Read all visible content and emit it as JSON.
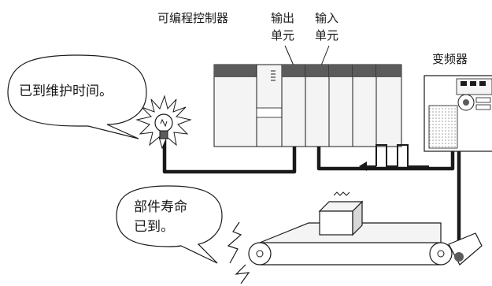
{
  "labels": {
    "plc": "可编程控制器",
    "output_unit_line1": "输出",
    "output_unit_line2": "单元",
    "input_unit_line1": "输入",
    "input_unit_line2": "单元",
    "inverter": "变频器"
  },
  "bubbles": {
    "maintenance": "已到维护时间。",
    "lifespan_line1": "部件寿命",
    "lifespan_line2": "已到。"
  },
  "colors": {
    "module_header": "#5b5b5b",
    "plc_body": "#f4f4f4",
    "line": "#1a1a1a",
    "dot_pattern": "#9a9a9a"
  }
}
